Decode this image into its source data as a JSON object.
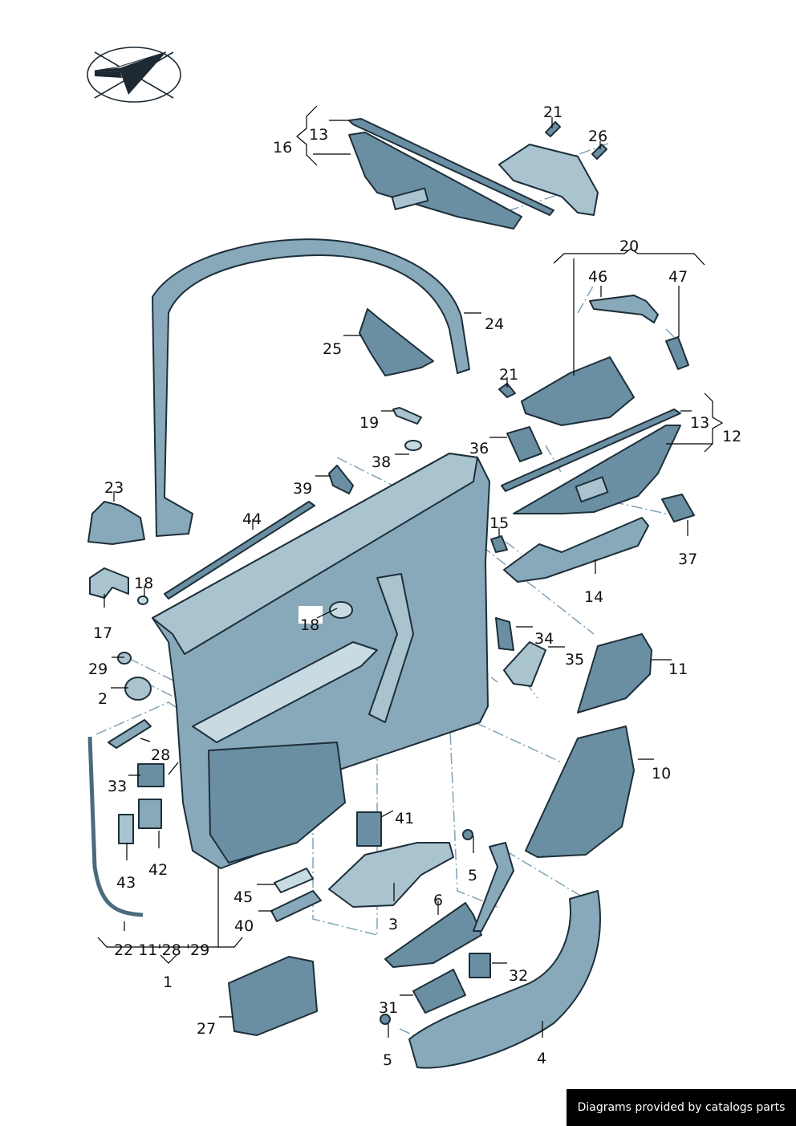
{
  "diagram": {
    "title": "Door trim panel exploded parts diagram",
    "colors": {
      "part_dark": "#6b8fa2",
      "part_mid": "#87a9ba",
      "part_light": "#a9c3cf",
      "outline": "#1d2f3a",
      "dash_line": "#7fa3b6"
    },
    "logo": "paper-plane-checkmark-icon",
    "callouts": {
      "c1": "1",
      "c2": "2",
      "c3": "3",
      "c4": "4",
      "c5a": "5",
      "c5b": "5",
      "c6": "6",
      "c10": "10",
      "c11": "11",
      "c12": "12",
      "c13a": "13",
      "c13b": "13",
      "c14": "14",
      "c15": "15",
      "c16": "16",
      "c17": "17",
      "c18a": "18",
      "c18b": "18",
      "c19": "19",
      "c20": "20",
      "c21a": "21",
      "c21b": "21",
      "c22": "22",
      "c23": "23",
      "c24": "24",
      "c25": "25",
      "c26": "26",
      "c27": "27",
      "c28": "28",
      "c29": "29",
      "c31": "31",
      "c32": "32",
      "c33": "33",
      "c34": "34",
      "c35": "35",
      "c36": "36",
      "c37": "37",
      "c38": "38",
      "c39": "39",
      "c40": "40",
      "c41": "41",
      "c42": "42",
      "c43": "43",
      "c44": "44",
      "c45": "45",
      "c46": "46",
      "c47": "47",
      "group1_list": "22  11'28  '29"
    }
  },
  "footer": {
    "credit": "Diagrams provided by catalogs parts"
  }
}
